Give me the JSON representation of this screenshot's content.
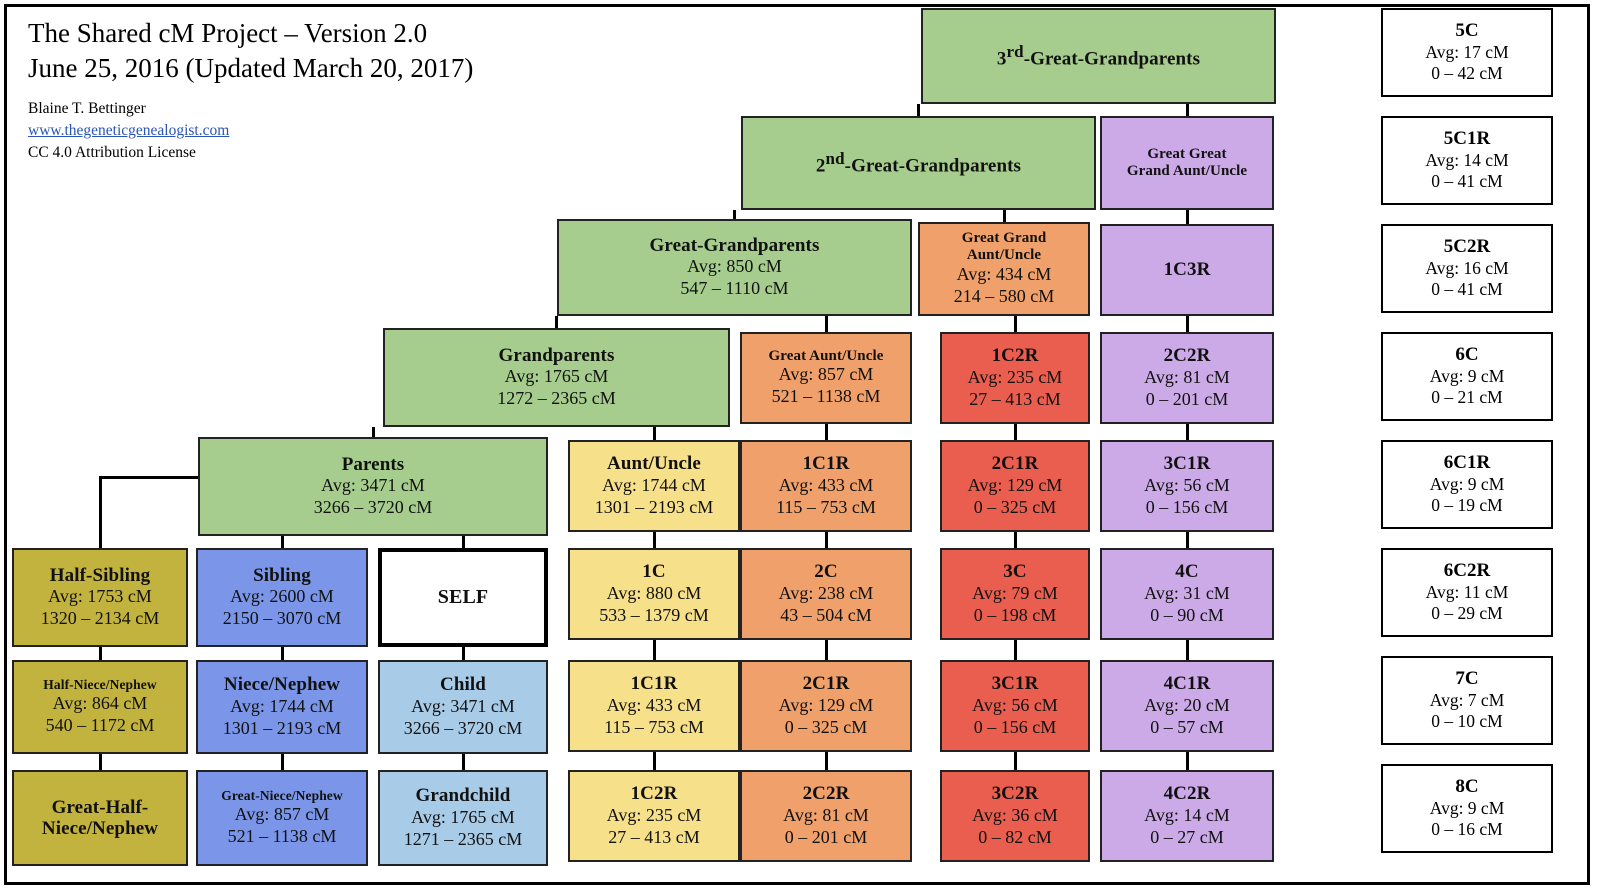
{
  "header": {
    "title_line1_pre": "The Shared cM Project ",
    "title_line1": "The Shared cM Project – Version 2.0",
    "title_line2": "June 25, 2016 (Updated March 20, 2017)",
    "author": "Blaine T. Bettinger",
    "website": "www.thegeneticgenealogist.com",
    "license": "CC 4.0 Attribution License"
  },
  "colors": {
    "green": "#a6cd8d",
    "yellow": "#f7e08a",
    "orange": "#f0a06a",
    "red": "#ea5e4f",
    "purple": "#ccaae8",
    "olive": "#c2b33f",
    "blue": "#7b96e8",
    "lightblue": "#a8cbe8",
    "white": "#ffffff",
    "link": "#2a55b5"
  },
  "boxes": [
    {
      "id": "ggg3",
      "name": "3rd-Great-Grandparents",
      "sup": "rd",
      "avg": "",
      "range": "",
      "color": "green",
      "size": "lg"
    },
    {
      "id": "ggg2",
      "name": "2nd-Great-Grandparents",
      "sup": "nd",
      "avg": "",
      "range": "",
      "color": "green",
      "size": "lg"
    },
    {
      "id": "ggau2",
      "name": "Great Great Grand Aunt/Uncle",
      "avg": "",
      "range": "",
      "color": "purple",
      "size": "sm"
    },
    {
      "id": "ggp",
      "name": "Great-Grandparents",
      "avg": "Avg: 850 cM",
      "range": "547 – 1110 cM",
      "color": "green",
      "size": "lg"
    },
    {
      "id": "ggau",
      "name": "Great Grand Aunt/Uncle",
      "avg": "Avg: 434 cM",
      "range": "214 – 580 cM",
      "color": "orange",
      "size": "sm"
    },
    {
      "id": "1c3r",
      "name": "1C3R",
      "avg": "",
      "range": "",
      "color": "purple",
      "size": "lg"
    },
    {
      "id": "gp",
      "name": "Grandparents",
      "avg": "Avg: 1765 cM",
      "range": "1272 – 2365 cM",
      "color": "green",
      "size": "lg"
    },
    {
      "id": "gau",
      "name": "Great Aunt/Uncle",
      "avg": "Avg: 857 cM",
      "range": "521 – 1138 cM",
      "color": "orange",
      "size": "sm"
    },
    {
      "id": "1c2r_top",
      "name": "1C2R",
      "avg": "Avg: 235 cM",
      "range": "27 – 413 cM",
      "color": "red",
      "size": "lg"
    },
    {
      "id": "2c2r_top",
      "name": "2C2R",
      "avg": "Avg: 81 cM",
      "range": "0 – 201 cM",
      "color": "purple",
      "size": "lg"
    },
    {
      "id": "parents",
      "name": "Parents",
      "avg": "Avg: 3471 cM",
      "range": "3266 – 3720 cM",
      "color": "green",
      "size": "lg"
    },
    {
      "id": "auntuncle",
      "name": "Aunt/Uncle",
      "avg": "Avg: 1744 cM",
      "range": "1301 – 2193 cM",
      "color": "yellow",
      "size": "lg"
    },
    {
      "id": "1c1r_top",
      "name": "1C1R",
      "avg": "Avg: 433 cM",
      "range": "115 – 753 cM",
      "color": "orange",
      "size": "lg"
    },
    {
      "id": "2c1r_top",
      "name": "2C1R",
      "avg": "Avg: 129 cM",
      "range": "0 – 325 cM",
      "color": "red",
      "size": "lg"
    },
    {
      "id": "3c1r_top",
      "name": "3C1R",
      "avg": "Avg: 56 cM",
      "range": "0 – 156 cM",
      "color": "purple",
      "size": "lg"
    },
    {
      "id": "halfsib",
      "name": "Half-Sibling",
      "avg": "Avg: 1753 cM",
      "range": "1320 – 2134 cM",
      "color": "olive",
      "size": "lg"
    },
    {
      "id": "sibling",
      "name": "Sibling",
      "avg": "Avg: 2600 cM",
      "range": "2150 – 3070 cM",
      "color": "blue",
      "size": "lg"
    },
    {
      "id": "self",
      "name": "SELF",
      "avg": "",
      "range": "",
      "color": "white",
      "size": "lg"
    },
    {
      "id": "1c",
      "name": "1C",
      "avg": "Avg: 880 cM",
      "range": "533 – 1379 cM",
      "color": "yellow",
      "size": "lg"
    },
    {
      "id": "2c",
      "name": "2C",
      "avg": "Avg: 238 cM",
      "range": "43 – 504 cM",
      "color": "orange",
      "size": "lg"
    },
    {
      "id": "3c",
      "name": "3C",
      "avg": "Avg: 79 cM",
      "range": "0 – 198 cM",
      "color": "red",
      "size": "lg"
    },
    {
      "id": "4c",
      "name": "4C",
      "avg": "Avg: 31 cM",
      "range": "0 – 90 cM",
      "color": "purple",
      "size": "lg"
    },
    {
      "id": "halfniece",
      "name": "Half-Niece/Nephew",
      "avg": "Avg: 864 cM",
      "range": "540 – 1172 cM",
      "color": "olive",
      "size": "xs"
    },
    {
      "id": "niece",
      "name": "Niece/Nephew",
      "avg": "Avg: 1744 cM",
      "range": "1301 – 2193 cM",
      "color": "blue",
      "size": "lg"
    },
    {
      "id": "child",
      "name": "Child",
      "avg": "Avg: 3471 cM",
      "range": "3266 – 3720 cM",
      "color": "lightblue",
      "size": "lg"
    },
    {
      "id": "1c1r_bot",
      "name": "1C1R",
      "avg": "Avg: 433 cM",
      "range": "115 – 753 cM",
      "color": "yellow",
      "size": "lg"
    },
    {
      "id": "2c1r_bot",
      "name": "2C1R",
      "avg": "Avg: 129 cM",
      "range": "0 – 325 cM",
      "color": "orange",
      "size": "lg"
    },
    {
      "id": "3c1r_bot",
      "name": "3C1R",
      "avg": "Avg: 56 cM",
      "range": "0 – 156 cM",
      "color": "red",
      "size": "lg"
    },
    {
      "id": "4c1r",
      "name": "4C1R",
      "avg": "Avg: 20 cM",
      "range": "0 – 57 cM",
      "color": "purple",
      "size": "lg"
    },
    {
      "id": "greathalfniece",
      "name": "Great-Half-Niece/Nephew",
      "avg": "",
      "range": "",
      "color": "olive",
      "size": "lg"
    },
    {
      "id": "greatniece",
      "name": "Great-Niece/Nephew",
      "avg": "Avg: 857 cM",
      "range": "521 – 1138 cM",
      "color": "blue",
      "size": "xs"
    },
    {
      "id": "grandchild",
      "name": "Grandchild",
      "avg": "Avg: 1765 cM",
      "range": "1271 – 2365 cM",
      "color": "lightblue",
      "size": "lg"
    },
    {
      "id": "1c2r_bot",
      "name": "1C2R",
      "avg": "Avg: 235 cM",
      "range": "27 – 413 cM",
      "color": "yellow",
      "size": "lg"
    },
    {
      "id": "2c2r_bot",
      "name": "2C2R",
      "avg": "Avg: 81 cM",
      "range": "0 – 201 cM",
      "color": "orange",
      "size": "lg"
    },
    {
      "id": "3c2r",
      "name": "3C2R",
      "avg": "Avg: 36 cM",
      "range": "0 – 82 cM",
      "color": "red",
      "size": "lg"
    },
    {
      "id": "4c2r",
      "name": "4C2R",
      "avg": "Avg: 14 cM",
      "range": "0 – 27 cM",
      "color": "purple",
      "size": "lg"
    }
  ],
  "legend": [
    {
      "id": "5c",
      "name": "5C",
      "avg": "Avg: 17 cM",
      "range": "0 – 42 cM"
    },
    {
      "id": "5c1r",
      "name": "5C1R",
      "avg": "Avg: 14 cM",
      "range": "0 – 41 cM"
    },
    {
      "id": "5c2r",
      "name": "5C2R",
      "avg": "Avg: 16 cM",
      "range": "0 – 41 cM"
    },
    {
      "id": "6c",
      "name": "6C",
      "avg": "Avg: 9 cM",
      "range": "0 – 21 cM"
    },
    {
      "id": "6c1r",
      "name": "6C1R",
      "avg": "Avg: 9 cM",
      "range": "0 – 19 cM"
    },
    {
      "id": "6c2r",
      "name": "6C2R",
      "avg": "Avg: 11 cM",
      "range": "0 – 29 cM"
    },
    {
      "id": "7c",
      "name": "7C",
      "avg": "Avg: 7 cM",
      "range": "0 – 10 cM"
    },
    {
      "id": "8c",
      "name": "8C",
      "avg": "Avg: 9 cM",
      "range": "0 – 16 cM"
    }
  ]
}
